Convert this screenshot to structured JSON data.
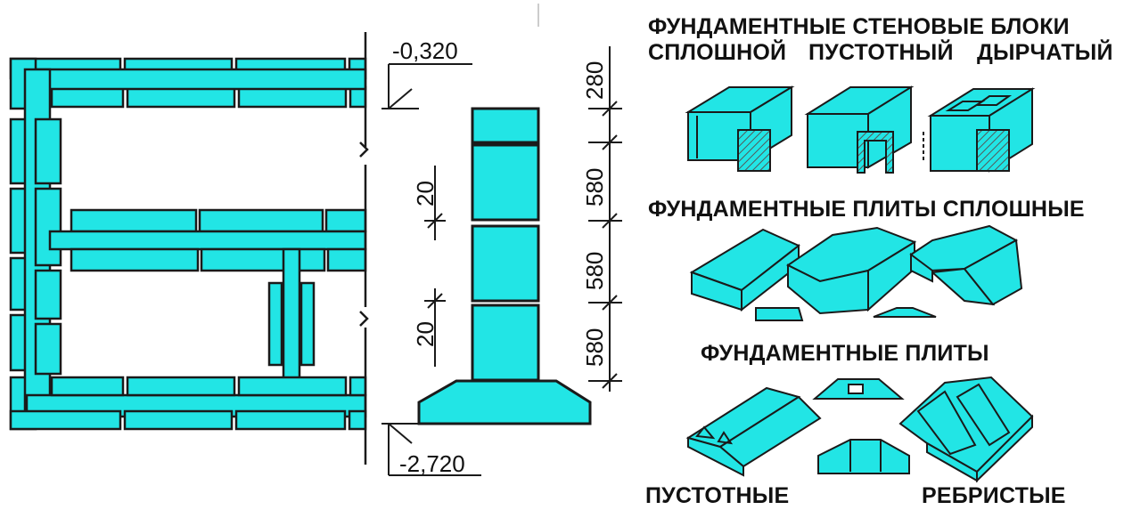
{
  "colors": {
    "fill": "#22e5e5",
    "stroke": "#1a1a1a",
    "hatch": "#555555"
  },
  "plan": {
    "elevation_top": "-0,320",
    "elevation_bottom": "-2,720"
  },
  "section": {
    "dims_right": [
      "280",
      "580",
      "580",
      "580"
    ],
    "dims_left": [
      "20",
      "20"
    ]
  },
  "labels": {
    "wall_blocks_title": "ФУНДАМЕНТНЫЕ СТЕНОВЫЕ БЛОКИ",
    "solid": "СПЛОШНОЙ",
    "hollow": "ПУСТОТНЫЙ",
    "perforated": "ДЫРЧАТЫЙ",
    "solid_slabs_title": "ФУНДАМЕНТНЫЕ ПЛИТЫ СПЛОШНЫЕ",
    "slabs_title": "ФУНДАМЕНТНЫЕ ПЛИТЫ",
    "hollow_slabs": "ПУСТОТНЫЕ",
    "ribbed_slabs": "РЕБРИСТЫЕ"
  }
}
